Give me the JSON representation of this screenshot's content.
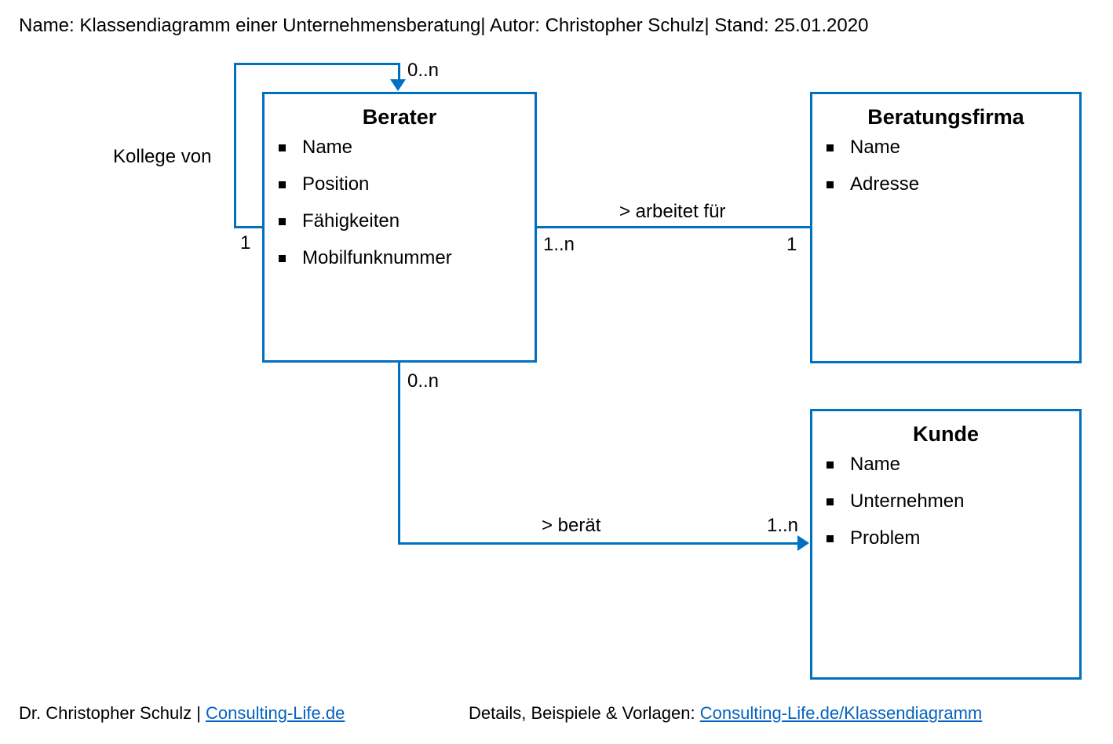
{
  "header": {
    "text": "Name: Klassendiagramm einer Unternehmensberatung| Autor: Christopher Schulz| Stand: 25.01.2020"
  },
  "diagram": {
    "type": "uml-class-diagram",
    "accent_color": "#0070C0",
    "link_color": "#0563C1",
    "classes": [
      {
        "id": "berater",
        "name": "Berater",
        "attributes": [
          "Name",
          "Position",
          "Fähigkeiten",
          "Mobilfunknummer"
        ]
      },
      {
        "id": "beratungsfirma",
        "name": "Beratungsfirma",
        "attributes": [
          "Name",
          "Adresse"
        ]
      },
      {
        "id": "kunde",
        "name": "Kunde",
        "attributes": [
          "Name",
          "Unternehmen",
          "Problem"
        ]
      }
    ],
    "relations": [
      {
        "id": "kollege-von",
        "label": "Kollege von",
        "from": "berater",
        "to": "berater",
        "from_multiplicity": "1",
        "to_multiplicity": "0..n",
        "arrow": true
      },
      {
        "id": "arbeitet-fuer",
        "label": "> arbeitet für",
        "from": "berater",
        "to": "beratungsfirma",
        "from_multiplicity": "1..n",
        "to_multiplicity": "1",
        "arrow": false
      },
      {
        "id": "beraet",
        "label": "> berät",
        "from": "berater",
        "to": "kunde",
        "from_multiplicity": "0..n",
        "to_multiplicity": "1..n",
        "arrow": true
      }
    ]
  },
  "footer": {
    "left_prefix": "Dr. Christopher Schulz | ",
    "left_link": "Consulting-Life.de",
    "right_prefix": "Details, Beispiele & Vorlagen: ",
    "right_link": "Consulting-Life.de/Klassendiagramm"
  }
}
